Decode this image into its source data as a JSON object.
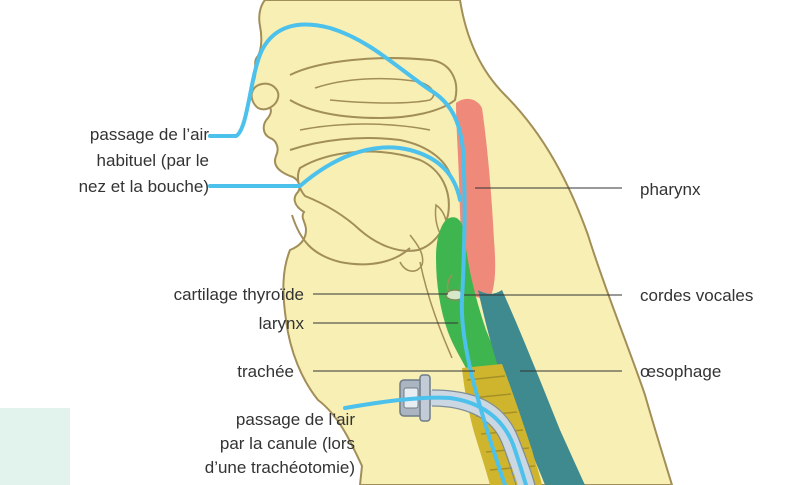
{
  "colors": {
    "skin": "#f7efb4",
    "outline": "#a28e58",
    "pharynx": "#ef8a7b",
    "larynx": "#3fb54f",
    "trachea": "#cfb52e",
    "esophagus": "#3f8a8f",
    "airflow": "#4cc1ec",
    "cannula": "#cbd7e2",
    "panel": "#e2f2ec",
    "leader": "#333333",
    "text": "#333333"
  },
  "labels": {
    "air_normal": "passage de l’air\nhabituel (par le\nnez et la bouche)",
    "pharynx": "pharynx",
    "cartilage": "cartilage thyroïde",
    "cordes": "cordes vocales",
    "larynx": "larynx",
    "trachea": "trachée",
    "esophagus": "œsophage",
    "air_cannula": "passage de l’air\npar la canule (lors\nd’une trachéotomie)"
  }
}
